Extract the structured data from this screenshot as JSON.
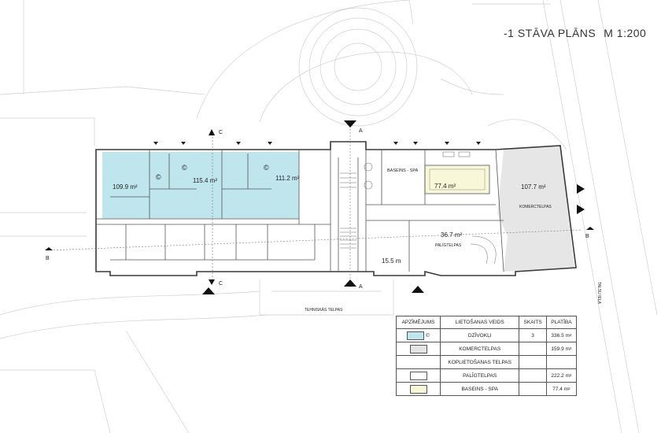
{
  "title": {
    "main": "-1 STĀVA PLĀNS",
    "scale": "M 1:200"
  },
  "rooms": {
    "apt1": "109.9 m²",
    "apt2": "115.4 m²",
    "apt3": "111.2 m²",
    "pool": "77.4 m²",
    "pool_label": "BASEINS - SPA",
    "commercial_area": "107.7 m²",
    "commercial_label": "KOMERCTELPAS",
    "aux_area": "36.7 m²",
    "aux_label": "PALĪGTELPAS",
    "small_area": "15.5 m",
    "tech_label": "TEHNISKĀS TELPAS",
    "street": "TALSU IELA"
  },
  "section_markers": {
    "a": "A",
    "b": "B",
    "c": "C"
  },
  "unit_symbol": "©",
  "legend": {
    "headers": [
      "APZĪMĒJUMS",
      "LIETOŠANAS VEIDS",
      "SKAITS",
      "PLATĪBA"
    ],
    "rows": [
      {
        "type": "DZĪVOKĻI",
        "count": "3",
        "area": "336.5 m",
        "sup": "2",
        "color": "#bfe6ec"
      },
      {
        "type": "KOMERCTELPAS",
        "count": "",
        "area": "159.9 m",
        "sup": "2",
        "color": "#e4e4e4"
      },
      {
        "type": "KOPLIETOŠANAS TELPAS",
        "count": "",
        "area": "",
        "sup": "",
        "color": ""
      },
      {
        "type": "PALĪGTELPAS",
        "count": "",
        "area": "222.2 m",
        "sup": "2",
        "color": "#ffffff"
      },
      {
        "type": "BASEINS - SPA",
        "count": "",
        "area": "77.4 m",
        "sup": "2",
        "color": "#f8f7d8"
      }
    ]
  },
  "colors": {
    "apartment": "#bfe6ec",
    "commercial": "#e4e4e4",
    "pool": "#f8f7d8",
    "wall": "#3a3a3a",
    "context": "#c9c9c9"
  }
}
